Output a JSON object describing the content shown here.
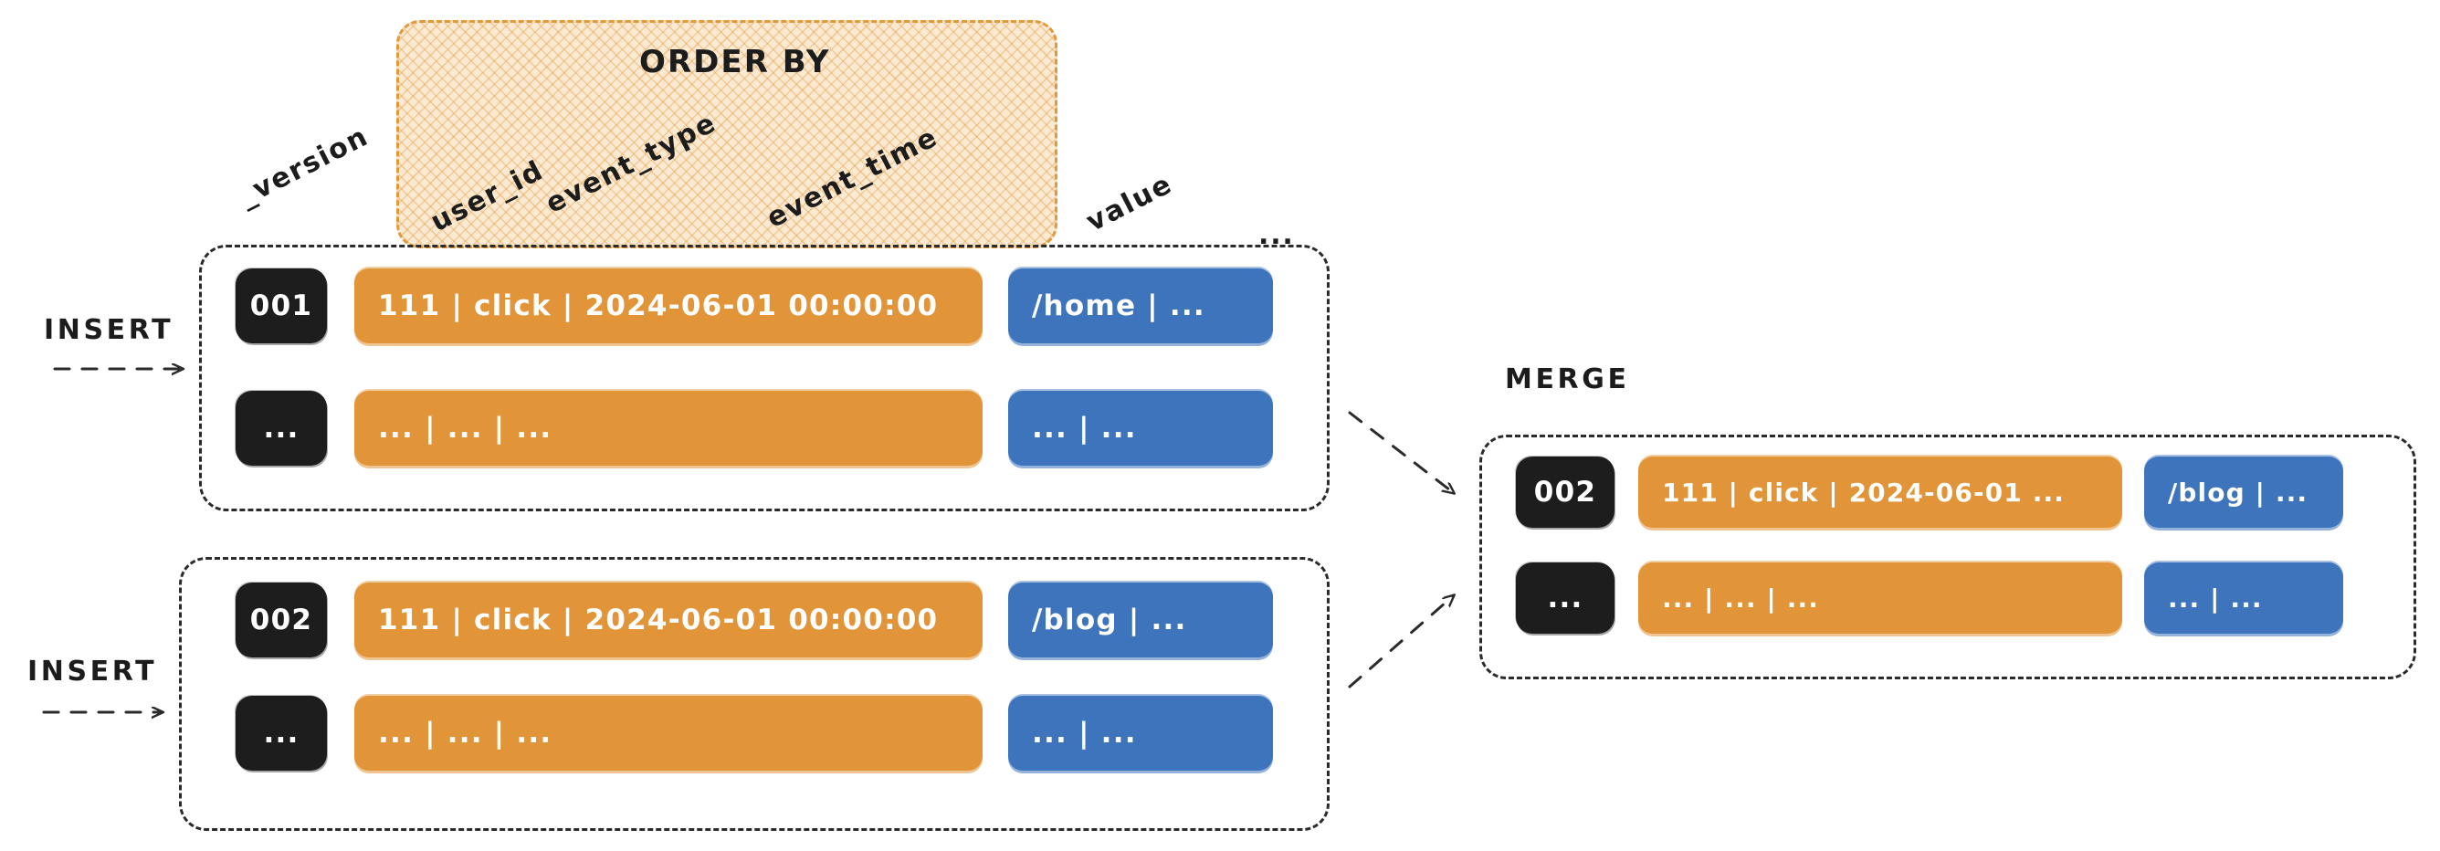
{
  "diagram": {
    "title": "ClickHouse ReplacingMergeTree insert and merge",
    "colors": {
      "version": "#1d1d1d",
      "sorting_key": "#e19438",
      "value": "#3d74bc",
      "orderby_border": "#e09a3e",
      "orderby_fill": "#fbe9d2",
      "part_border": "#2b2b2b"
    }
  },
  "orderby": {
    "label": "ORDER BY"
  },
  "columns": [
    {
      "name": "version-column-header",
      "label": "_version"
    },
    {
      "name": "user-id-column-header",
      "label": "user_id"
    },
    {
      "name": "event-type-column-header",
      "label": "event_type"
    },
    {
      "name": "event-time-column-header",
      "label": "event_time"
    },
    {
      "name": "value-column-header",
      "label": "value"
    },
    {
      "name": "more-columns-header",
      "label": "..."
    }
  ],
  "parts": [
    {
      "id": "part-1",
      "operation_label": "INSERT",
      "rows": [
        {
          "version": "001",
          "key": "111   |   click   |  2024-06-01 00:00:00",
          "value": "/home  |  ..."
        },
        {
          "version": "...",
          "key": "...    |   ...      |  ...",
          "value": "...     |   ..."
        }
      ]
    },
    {
      "id": "part-2",
      "operation_label": "INSERT",
      "rows": [
        {
          "version": "002",
          "key": "111   |   click   |  2024-06-01 00:00:00",
          "value": "/blog  |  ..."
        },
        {
          "version": "...",
          "key": "...    |   ...      |  ...",
          "value": "...     |   ..."
        }
      ]
    }
  ],
  "merged": {
    "id": "part-merged",
    "operation_label": "MERGE",
    "rows": [
      {
        "version": "002",
        "key": "111   |   click   |  2024-06-01 ...",
        "value": "/blog  |  ..."
      },
      {
        "version": "...",
        "key": "...   |   ...     |  ...",
        "value": "...    |   ..."
      }
    ]
  }
}
